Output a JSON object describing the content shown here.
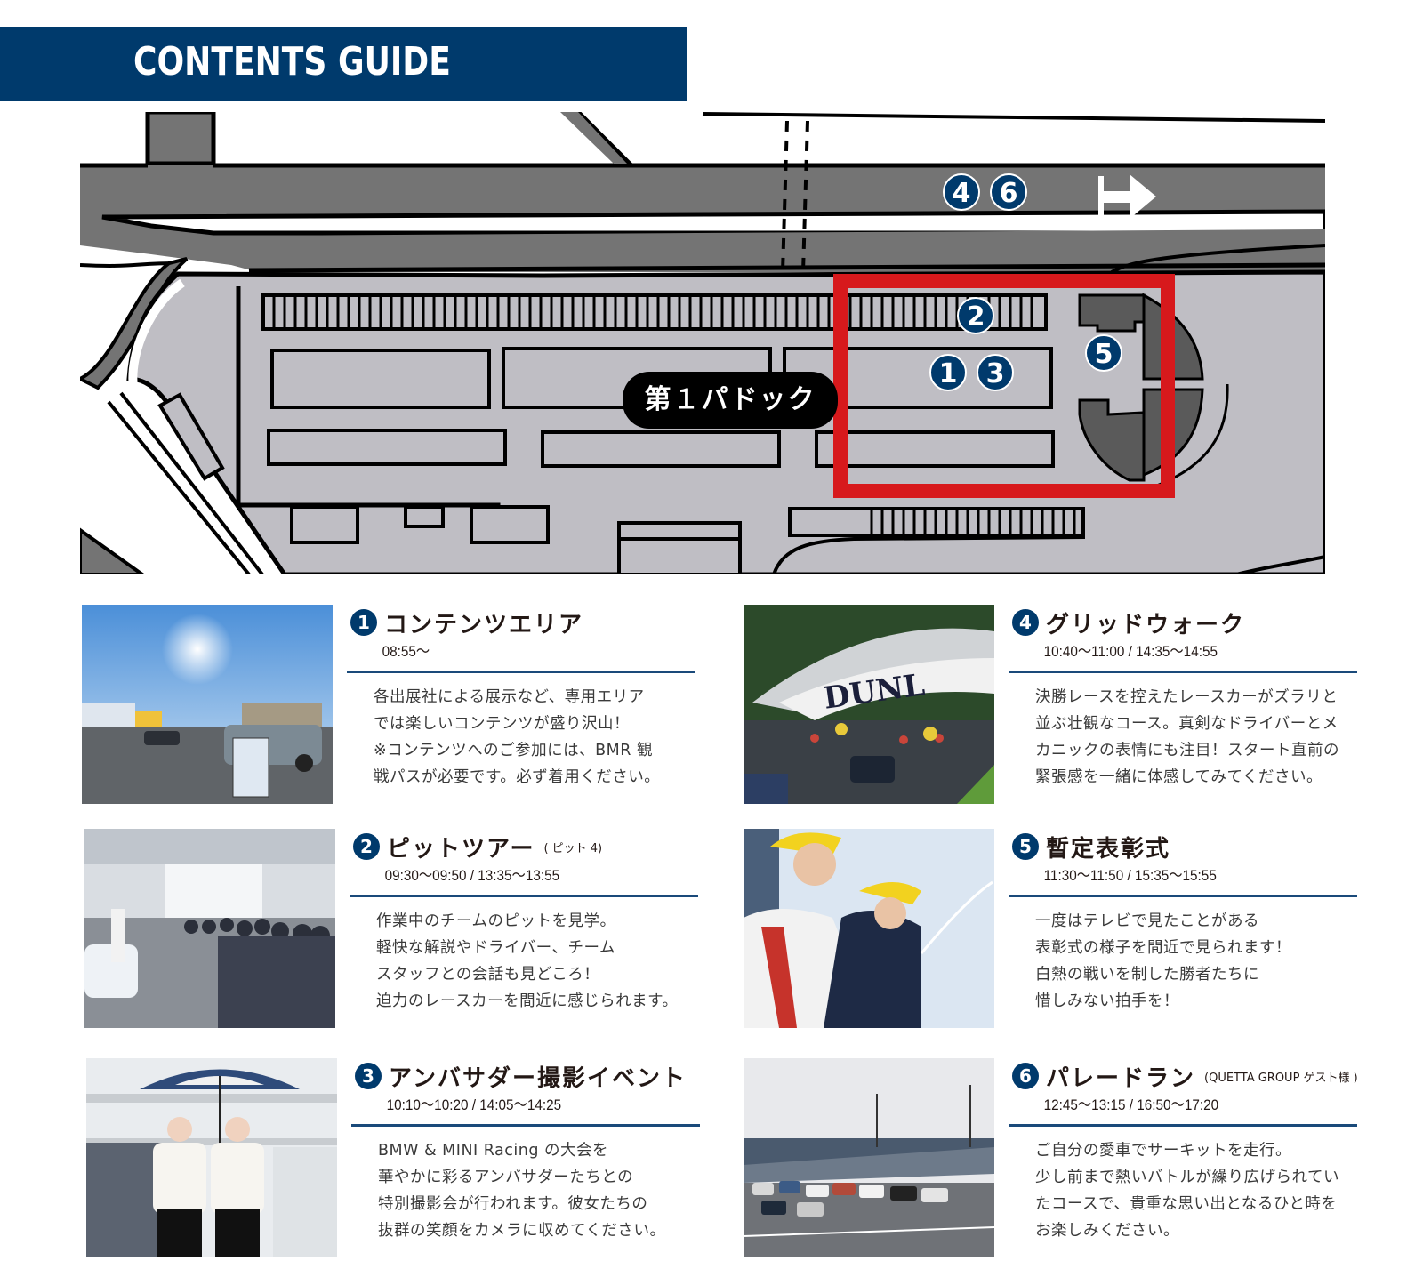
{
  "header": {
    "title": "CONTENTS GUIDE",
    "color": "#003a6c"
  },
  "map": {
    "paddock_label": "第１パドック",
    "highlight_color": "#d7191c",
    "markers": [
      {
        "id": "1",
        "label": "1"
      },
      {
        "id": "2",
        "label": "2"
      },
      {
        "id": "3",
        "label": "3"
      },
      {
        "id": "4",
        "label": "4"
      },
      {
        "id": "5",
        "label": "5"
      },
      {
        "id": "6",
        "label": "6"
      }
    ],
    "direction_icon": "arrow-right-icon"
  },
  "items": [
    {
      "num": "1",
      "title": "コンテンツエリア",
      "sub": "",
      "time": "08:55〜",
      "desc": "各出展社による展示など、専用エリア\nでは楽しいコンテンツが盛り沢山！\n※コンテンツへのご参加には、BMR 観\n戦パスが必要です。必ず着用ください。",
      "photo": "display-area-with-rooftop-tent-car"
    },
    {
      "num": "2",
      "title": "ピットツアー",
      "sub": "( ピット 4)",
      "time": "09:30〜09:50 / 13:35〜13:55",
      "desc": "作業中のチームのピットを見学。\n軽快な解説やドライバー、チーム\nスタッフとの会話も見どころ！\n迫力のレースカーを間近に感じられます。",
      "photo": "pit-garage-crowd"
    },
    {
      "num": "3",
      "title": "アンバサダー撮影イベント",
      "sub": "",
      "time": "10:10〜10:20 / 14:05〜14:25",
      "desc": "BMW & MINI Racing の大会を\n華やかに彩るアンバサダーたちとの\n特別撮影会が行われます。彼女たちの\n抜群の笑顔をカメラに収めてください。",
      "photo": "ambassadors-with-umbrella"
    },
    {
      "num": "4",
      "title": "グリッドウォーク",
      "sub": "",
      "time": "10:40〜11:00 / 14:35〜14:55",
      "desc": "決勝レースを控えたレースカーがズラリと\n並ぶ壮観なコース。真剣なドライバーとメ\nカニックの表情にも注目！スタート直前の\n緊張感を一緒に体感してみてください。",
      "photo": "grid-walk-dunlop-bridge"
    },
    {
      "num": "5",
      "title": "暫定表彰式",
      "sub": "",
      "time": "11:30〜11:50 / 15:35〜15:55",
      "desc": "一度はテレビで見たことがある\n表彰式の様子を間近で見られます！\n白熱の戦いを制した勝者たちに\n惜しみない拍手を！",
      "photo": "podium-celebration"
    },
    {
      "num": "6",
      "title": "パレードラン",
      "sub": "(QUETTA GROUP ゲスト様 )",
      "time": "12:45〜13:15 / 16:50〜17:20",
      "desc": "ご自分の愛車でサーキットを走行。\n少し前まで熱いバトルが繰り広げられてい\nたコースで、貴重な思い出となるひと時を\nお楽しみください。",
      "photo": "parade-run-on-straight"
    }
  ]
}
